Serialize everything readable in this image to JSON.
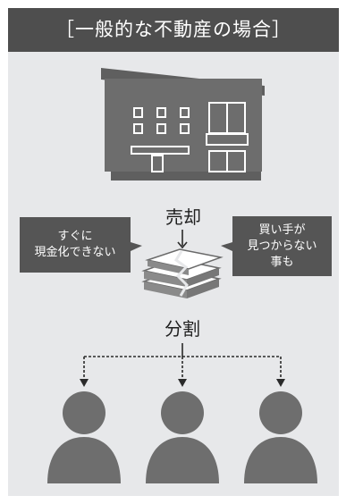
{
  "header": {
    "title": "［一般的な不動産の場合］"
  },
  "labels": {
    "sale": "売却",
    "split": "分割"
  },
  "callouts": {
    "left": [
      "すぐに",
      "現金化できない"
    ],
    "right": [
      "買い手が",
      "見つからない",
      "事も"
    ]
  },
  "colors": {
    "panel": "#e7e8ea",
    "header": "#4e4e4e",
    "callout": "#555555",
    "building": "#6d6d6d",
    "person": "#6e6e6e",
    "arrow": "#2a2a2a"
  },
  "icons": [
    "building-icon",
    "money-stack-icon",
    "person-icon"
  ]
}
